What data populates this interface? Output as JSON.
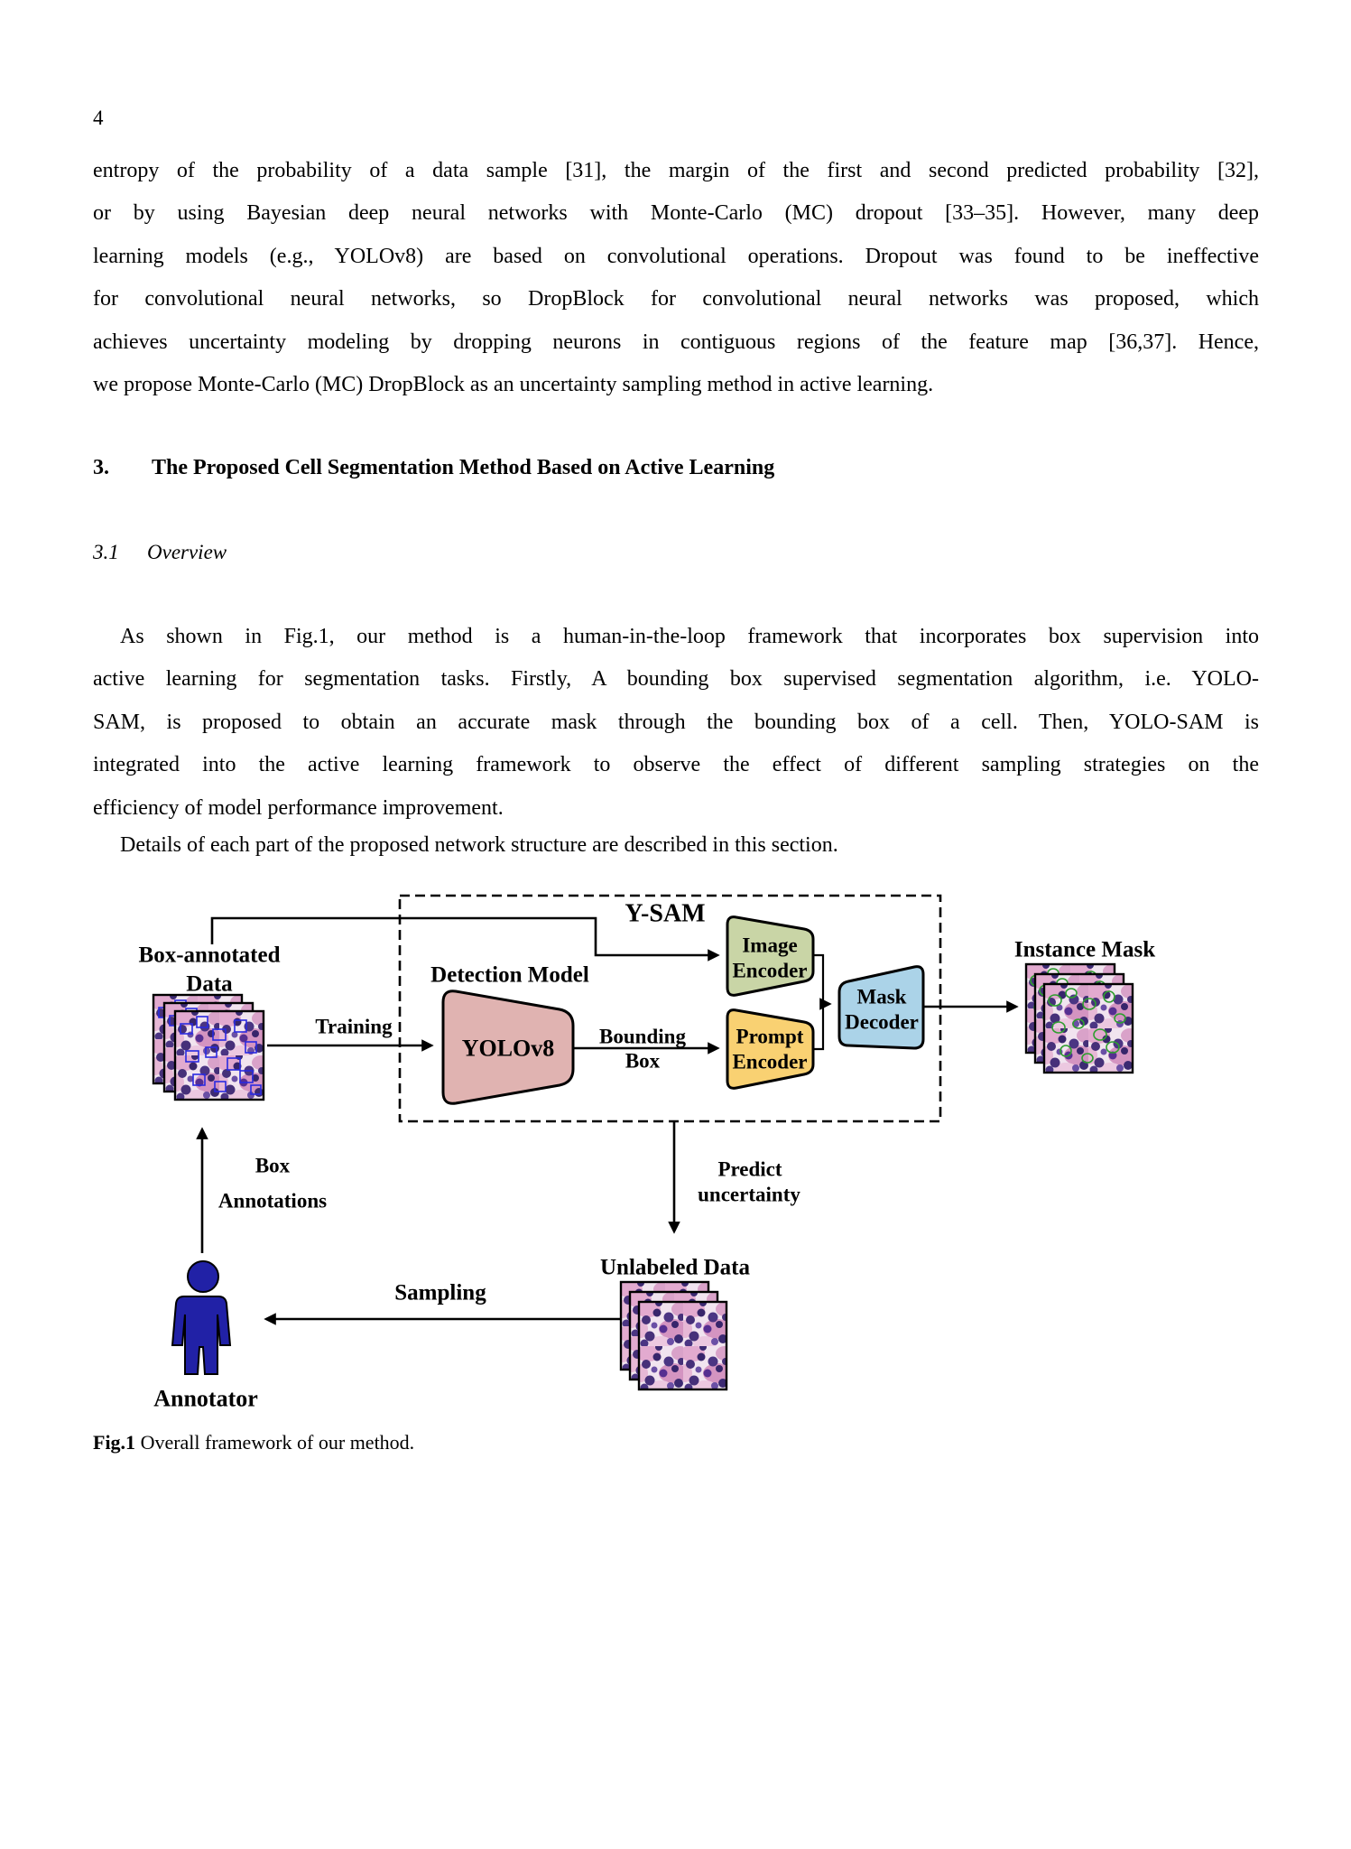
{
  "page": {
    "number": "4"
  },
  "body": {
    "paragraph1": {
      "lines": [
        "entropy of the probability of a data sample [31], the margin of the first and second predicted probability [32],",
        "or by using Bayesian deep neural networks with Monte-Carlo (MC) dropout [33–35]. However, many deep",
        "learning models (e.g., YOLOv8) are based on convolutional operations. Dropout was found to be ineffective",
        "for convolutional neural networks, so DropBlock for convolutional neural networks was proposed, which",
        "achieves uncertainty modeling by dropping neurons in contiguous regions of the feature map [36,37]. Hence,",
        "we propose Monte-Carlo (MC) DropBlock as an uncertainty sampling method in active learning."
      ]
    },
    "section_heading": {
      "number": "3.",
      "title": "The Proposed Cell Segmentation Method Based on Active Learning"
    },
    "subsection_heading": {
      "number": "3.1",
      "title": "Overview"
    },
    "paragraph2": {
      "lines": [
        "As shown in Fig.1, our method is a human-in-the-loop framework that incorporates box supervision into",
        "active learning for segmentation tasks. Firstly, A bounding box supervised segmentation algorithm, i.e. YOLO-",
        "SAM, is proposed to obtain an accurate mask through the bounding box of a cell. Then, YOLO-SAM is",
        "integrated into the active learning framework to observe the effect of different sampling strategies on the",
        "efficiency of model performance improvement."
      ]
    },
    "paragraph3": {
      "lines": [
        "Details of each part of the proposed network structure are described in this section."
      ]
    }
  },
  "figure": {
    "caption": {
      "label": "Fig.1",
      "text": " Overall framework of our method."
    },
    "labels": {
      "ysam": "Y-SAM",
      "box_annotated_line1": "Box-annotated",
      "box_annotated_line2": "Data",
      "detection_model": "Detection Model",
      "training": "Training",
      "bounding_line1": "Bounding",
      "bounding_line2": "Box",
      "instance_mask": "Instance Mask",
      "box_annotations_line1": "Box",
      "box_annotations_line2": "Annotations",
      "predict_line1": "Predict",
      "predict_line2": "uncertainty",
      "unlabeled_data": "Unlabeled Data",
      "sampling": "Sampling",
      "annotator": "Annotator"
    },
    "nodes": {
      "yolov8": "YOLOv8",
      "image_encoder_line1": "Image",
      "image_encoder_line2": "Encoder",
      "prompt_encoder_line1": "Prompt",
      "prompt_encoder_line2": "Encoder",
      "mask_decoder_line1": "Mask",
      "mask_decoder_line2": "Decoder"
    },
    "colors": {
      "yolov8": "#e0b3b1",
      "image_encoder": "#c9d5a6",
      "prompt_encoder": "#f9d172",
      "mask_decoder": "#abd3e8",
      "annotator": "#2121a6",
      "annotation_box": "#2a2ae0",
      "mask_contour": "#2f9e2f"
    }
  }
}
